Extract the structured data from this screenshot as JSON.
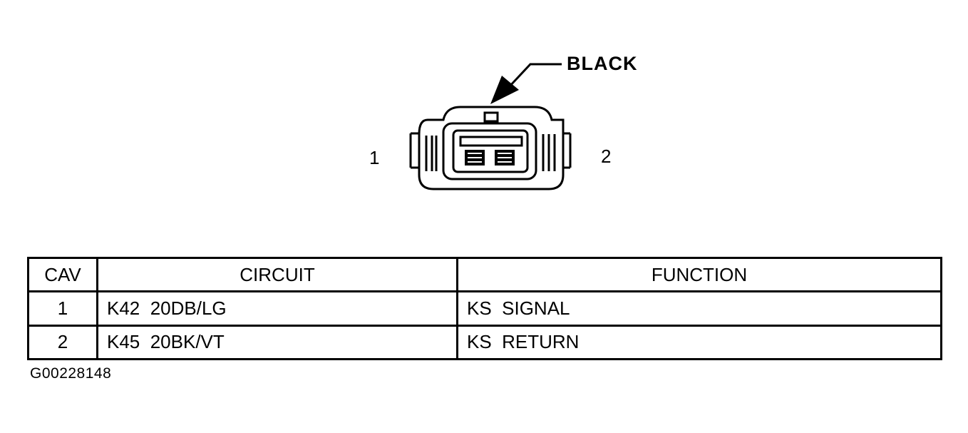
{
  "connector": {
    "color_label": "BLACK",
    "pin_left_label": "1",
    "pin_right_label": "2"
  },
  "table": {
    "headers": {
      "cav": "CAV",
      "circuit": "CIRCUIT",
      "function": "FUNCTION"
    },
    "rows": [
      {
        "cav": "1",
        "circuit": "K42  20DB/LG",
        "function": "KS  SIGNAL"
      },
      {
        "cav": "2",
        "circuit": "K45  20BK/VT",
        "function": "KS  RETURN"
      }
    ]
  },
  "figure_id": "G00228148",
  "colors": {
    "line": "#000000",
    "background": "#ffffff"
  }
}
